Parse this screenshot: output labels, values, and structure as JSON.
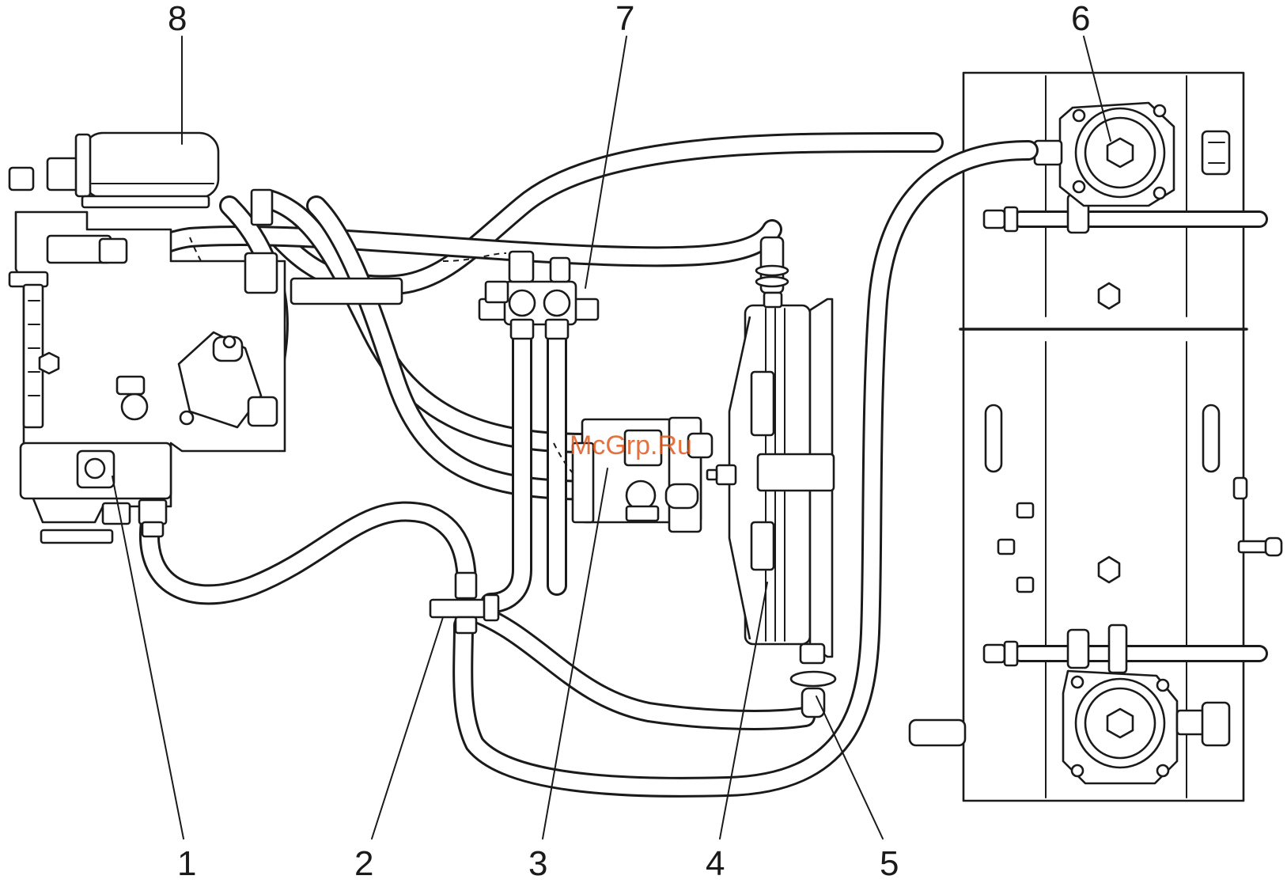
{
  "figure": {
    "callouts": [
      {
        "id": "1",
        "label": "1"
      },
      {
        "id": "2",
        "label": "2"
      },
      {
        "id": "3",
        "label": "3"
      },
      {
        "id": "4",
        "label": "4"
      },
      {
        "id": "5",
        "label": "5"
      },
      {
        "id": "6",
        "label": "6"
      },
      {
        "id": "7",
        "label": "7"
      },
      {
        "id": "8",
        "label": "8"
      }
    ],
    "watermark": "McGrp.Ru"
  }
}
